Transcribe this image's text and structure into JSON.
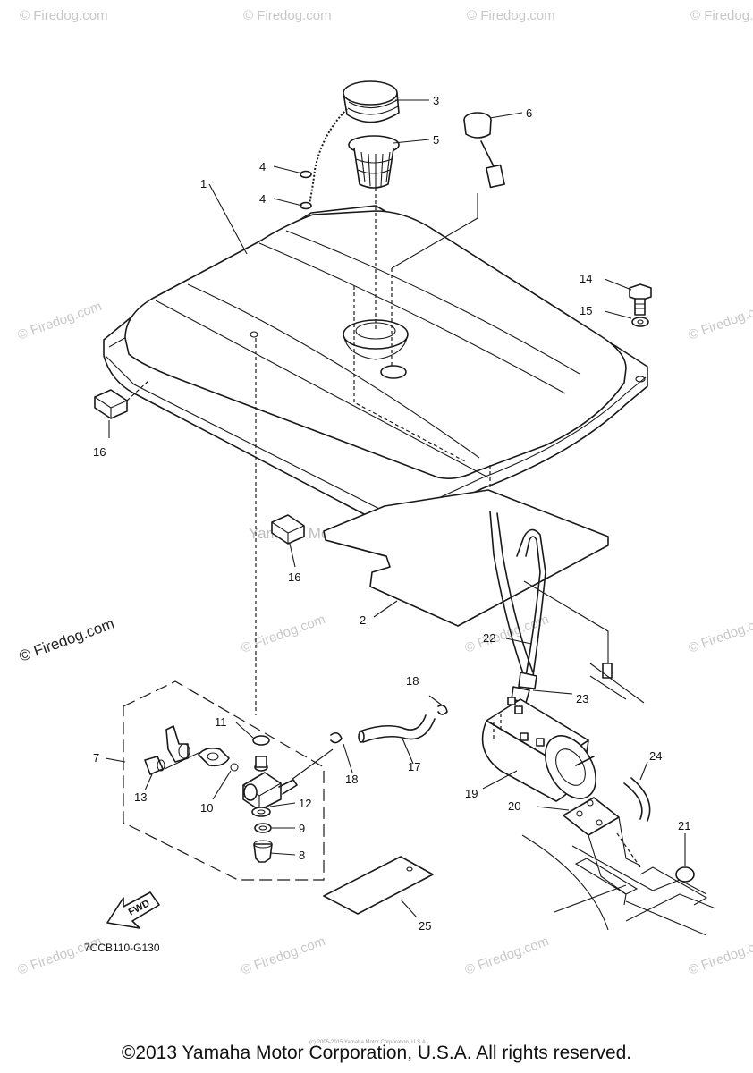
{
  "watermark": {
    "site": "© Firedog.com",
    "center": "Yamaha Motor Corp, U.S.A."
  },
  "diagram_code": "7CCB110-G130",
  "fwd_label": "FWD",
  "copyright": "©2013 Yamaha Motor Corporation, U.S.A. All rights reserved.",
  "small_print": "(c) 2005-2015 Yamaha Motor Corporation, U.S.A.",
  "callouts": {
    "c1": "1",
    "c2": "2",
    "c3": "3",
    "c4a": "4",
    "c4b": "4",
    "c5": "5",
    "c6": "6",
    "c7": "7",
    "c8": "8",
    "c9": "9",
    "c10": "10",
    "c11": "11",
    "c12": "12",
    "c13": "13",
    "c14": "14",
    "c15": "15",
    "c16a": "16",
    "c16b": "16",
    "c17": "17",
    "c18a": "18",
    "c18b": "18",
    "c19": "19",
    "c20": "20",
    "c21": "21",
    "c22": "22",
    "c23": "23",
    "c24": "24",
    "c25": "25"
  }
}
